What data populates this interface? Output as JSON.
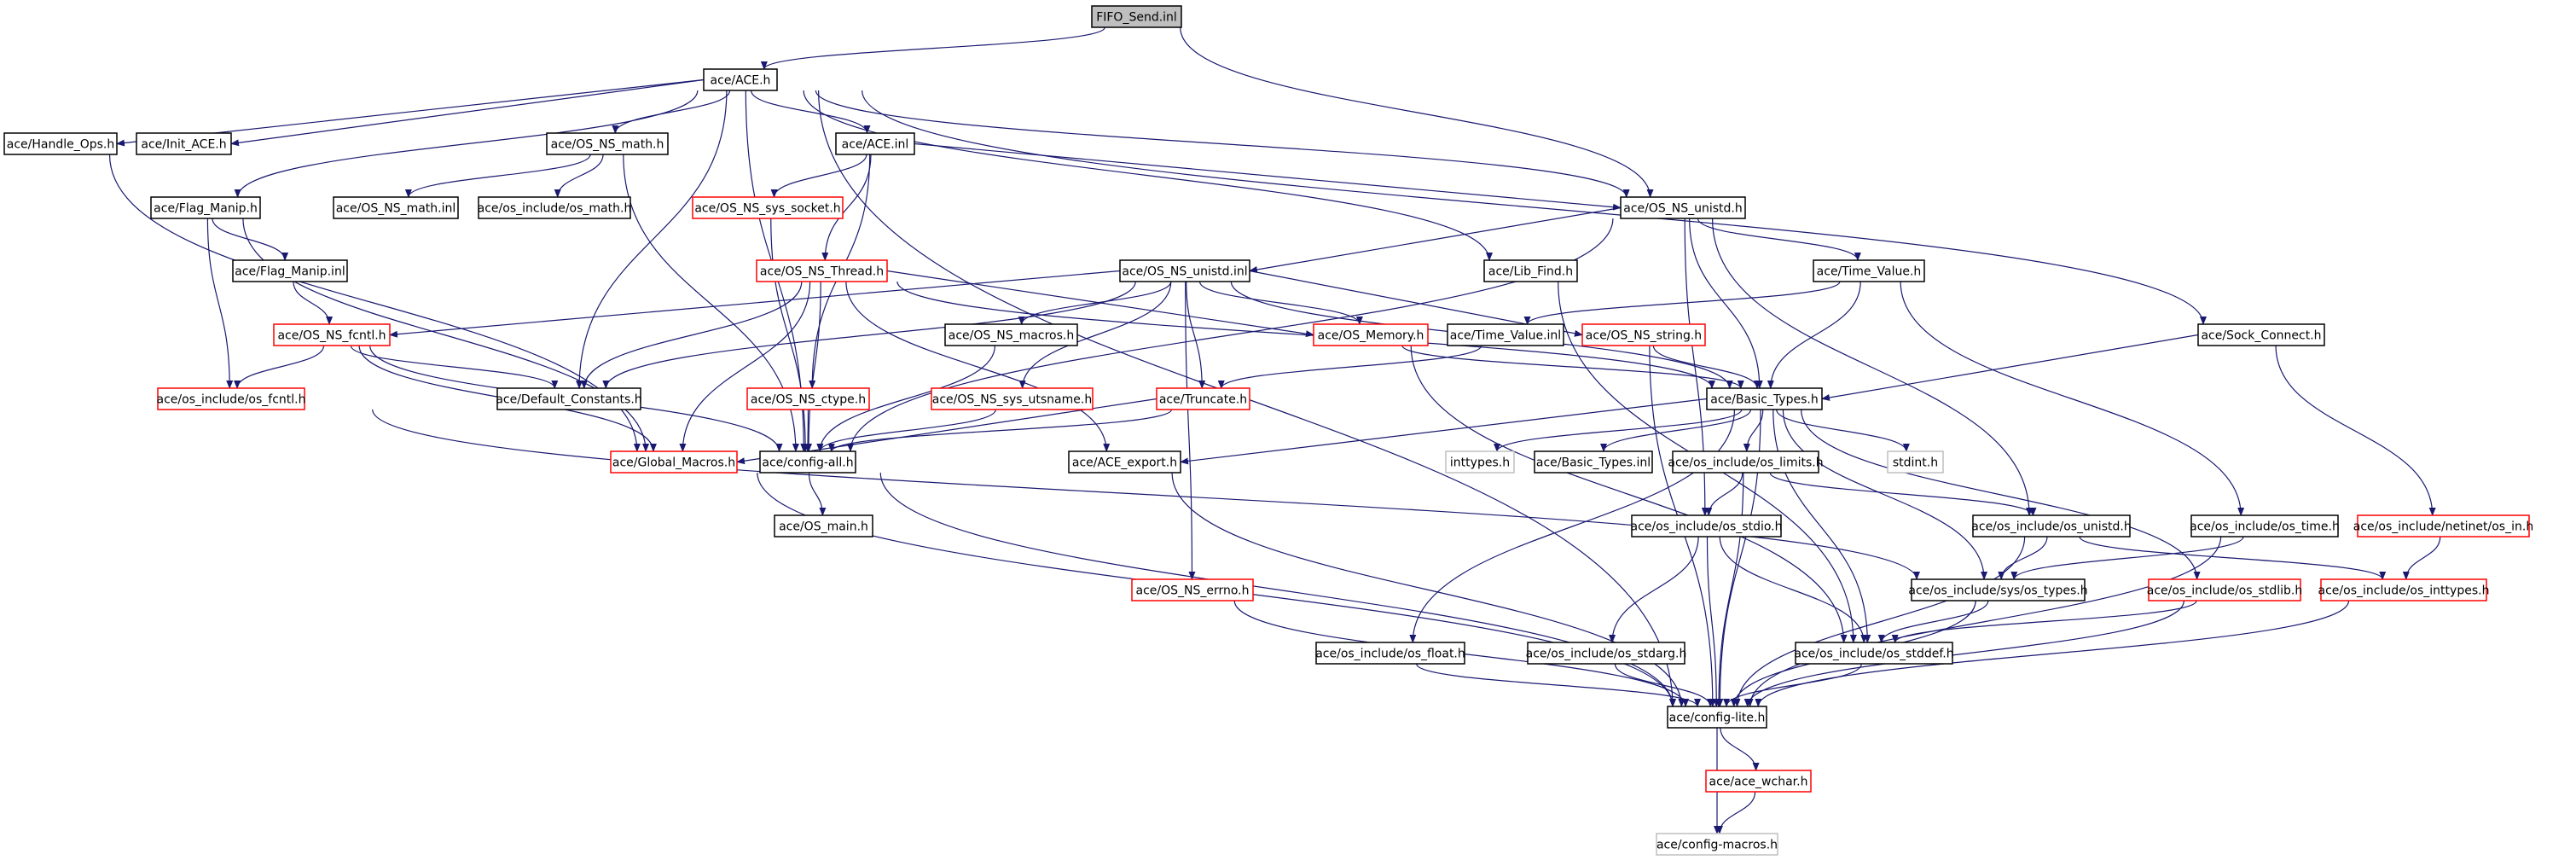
{
  "graph": {
    "title": "FIFO_Send.inl include dependency graph",
    "colors": {
      "edge": "#191970",
      "root_fill": "#bfbfbf",
      "normal_border": "#000000",
      "incomplete_border": "#ff0000",
      "external_border": "#bfbfbf"
    },
    "nodes": [
      {
        "id": "fifo_send_inl",
        "label": "FIFO_Send.inl",
        "kind": "root"
      },
      {
        "id": "ace_h",
        "label": "ace/ACE.h",
        "kind": "normal"
      },
      {
        "id": "handle_ops_h",
        "label": "ace/Handle_Ops.h",
        "kind": "normal"
      },
      {
        "id": "init_ace_h",
        "label": "ace/Init_ACE.h",
        "kind": "normal"
      },
      {
        "id": "os_ns_math_h",
        "label": "ace/OS_NS_math.h",
        "kind": "normal"
      },
      {
        "id": "ace_inl",
        "label": "ace/ACE.inl",
        "kind": "normal"
      },
      {
        "id": "flag_manip_h",
        "label": "ace/Flag_Manip.h",
        "kind": "normal"
      },
      {
        "id": "os_ns_math_inl",
        "label": "ace/OS_NS_math.inl",
        "kind": "normal"
      },
      {
        "id": "os_math_h",
        "label": "ace/os_include/os_math.h",
        "kind": "normal"
      },
      {
        "id": "os_ns_sys_socket_h",
        "label": "ace/OS_NS_sys_socket.h",
        "kind": "incomplete"
      },
      {
        "id": "os_ns_unistd_h",
        "label": "ace/OS_NS_unistd.h",
        "kind": "normal"
      },
      {
        "id": "flag_manip_inl",
        "label": "ace/Flag_Manip.inl",
        "kind": "normal"
      },
      {
        "id": "os_ns_thread_h",
        "label": "ace/OS_NS_Thread.h",
        "kind": "incomplete"
      },
      {
        "id": "os_ns_unistd_inl",
        "label": "ace/OS_NS_unistd.inl",
        "kind": "normal"
      },
      {
        "id": "lib_find_h",
        "label": "ace/Lib_Find.h",
        "kind": "normal"
      },
      {
        "id": "time_value_h",
        "label": "ace/Time_Value.h",
        "kind": "normal"
      },
      {
        "id": "os_ns_fcntl_h",
        "label": "ace/OS_NS_fcntl.h",
        "kind": "incomplete"
      },
      {
        "id": "os_ns_macros_h",
        "label": "ace/OS_NS_macros.h",
        "kind": "normal"
      },
      {
        "id": "os_memory_h",
        "label": "ace/OS_Memory.h",
        "kind": "incomplete"
      },
      {
        "id": "time_value_inl",
        "label": "ace/Time_Value.inl",
        "kind": "normal"
      },
      {
        "id": "os_ns_string_h",
        "label": "ace/OS_NS_string.h",
        "kind": "incomplete"
      },
      {
        "id": "sock_connect_h",
        "label": "ace/Sock_Connect.h",
        "kind": "normal"
      },
      {
        "id": "os_fcntl_h",
        "label": "ace/os_include/os_fcntl.h",
        "kind": "incomplete"
      },
      {
        "id": "default_constants_h",
        "label": "ace/Default_Constants.h",
        "kind": "normal"
      },
      {
        "id": "os_ns_ctype_h",
        "label": "ace/OS_NS_ctype.h",
        "kind": "incomplete"
      },
      {
        "id": "os_ns_sys_utsname_h",
        "label": "ace/OS_NS_sys_utsname.h",
        "kind": "incomplete"
      },
      {
        "id": "truncate_h",
        "label": "ace/Truncate.h",
        "kind": "incomplete"
      },
      {
        "id": "basic_types_h",
        "label": "ace/Basic_Types.h",
        "kind": "normal"
      },
      {
        "id": "global_macros_h",
        "label": "ace/Global_Macros.h",
        "kind": "incomplete"
      },
      {
        "id": "config_all_h",
        "label": "ace/config-all.h",
        "kind": "normal"
      },
      {
        "id": "ace_export_h",
        "label": "ace/ACE_export.h",
        "kind": "normal"
      },
      {
        "id": "inttypes_h",
        "label": "inttypes.h",
        "kind": "external"
      },
      {
        "id": "basic_types_inl",
        "label": "ace/Basic_Types.inl",
        "kind": "normal"
      },
      {
        "id": "os_limits_h",
        "label": "ace/os_include/os_limits.h",
        "kind": "normal"
      },
      {
        "id": "stdint_h",
        "label": "stdint.h",
        "kind": "external"
      },
      {
        "id": "os_main_h",
        "label": "ace/OS_main.h",
        "kind": "normal"
      },
      {
        "id": "os_stdio_h",
        "label": "ace/os_include/os_stdio.h",
        "kind": "normal"
      },
      {
        "id": "os_unistd_h",
        "label": "ace/os_include/os_unistd.h",
        "kind": "normal"
      },
      {
        "id": "os_time_h",
        "label": "ace/os_include/os_time.h",
        "kind": "normal"
      },
      {
        "id": "os_in_h",
        "label": "ace/os_include/netinet/os_in.h",
        "kind": "incomplete"
      },
      {
        "id": "os_ns_errno_h",
        "label": "ace/OS_NS_errno.h",
        "kind": "incomplete"
      },
      {
        "id": "os_types_h",
        "label": "ace/os_include/sys/os_types.h",
        "kind": "normal"
      },
      {
        "id": "os_stdlib_h",
        "label": "ace/os_include/os_stdlib.h",
        "kind": "incomplete"
      },
      {
        "id": "os_inttypes_h",
        "label": "ace/os_include/os_inttypes.h",
        "kind": "incomplete"
      },
      {
        "id": "os_float_h",
        "label": "ace/os_include/os_float.h",
        "kind": "normal"
      },
      {
        "id": "os_stdarg_h",
        "label": "ace/os_include/os_stdarg.h",
        "kind": "normal"
      },
      {
        "id": "os_stddef_h",
        "label": "ace/os_include/os_stddef.h",
        "kind": "normal"
      },
      {
        "id": "config_lite_h",
        "label": "ace/config-lite.h",
        "kind": "normal"
      },
      {
        "id": "ace_wchar_h",
        "label": "ace/ace_wchar.h",
        "kind": "incomplete"
      },
      {
        "id": "config_macros_h",
        "label": "ace/config-macros.h",
        "kind": "external"
      }
    ],
    "edges": [
      [
        "fifo_send_inl",
        "ace_h"
      ],
      [
        "fifo_send_inl",
        "os_ns_unistd_h"
      ],
      [
        "ace_h",
        "handle_ops_h"
      ],
      [
        "ace_h",
        "init_ace_h"
      ],
      [
        "ace_h",
        "flag_manip_h"
      ],
      [
        "ace_h",
        "os_ns_math_h"
      ],
      [
        "ace_h",
        "ace_inl"
      ],
      [
        "ace_h",
        "default_constants_h"
      ],
      [
        "ace_h",
        "config_all_h"
      ],
      [
        "ace_h",
        "lib_find_h"
      ],
      [
        "ace_h",
        "os_ns_unistd_h"
      ],
      [
        "ace_h",
        "sock_connect_h"
      ],
      [
        "ace_h",
        "config_lite_h"
      ],
      [
        "handle_ops_h",
        "global_macros_h"
      ],
      [
        "flag_manip_h",
        "flag_manip_inl"
      ],
      [
        "flag_manip_h",
        "os_fcntl_h"
      ],
      [
        "flag_manip_h",
        "global_macros_h"
      ],
      [
        "flag_manip_inl",
        "os_ns_fcntl_h"
      ],
      [
        "os_ns_math_h",
        "os_ns_math_inl"
      ],
      [
        "os_ns_math_h",
        "os_math_h"
      ],
      [
        "os_ns_math_h",
        "config_all_h"
      ],
      [
        "ace_inl",
        "os_ns_sys_socket_h"
      ],
      [
        "ace_inl",
        "os_ns_thread_h"
      ],
      [
        "ace_inl",
        "os_ns_ctype_h"
      ],
      [
        "ace_inl",
        "os_ns_unistd_h"
      ],
      [
        "os_ns_sys_socket_h",
        "config_all_h"
      ],
      [
        "os_ns_unistd_h",
        "os_ns_unistd_inl"
      ],
      [
        "os_ns_unistd_h",
        "time_value_h"
      ],
      [
        "os_ns_unistd_h",
        "basic_types_h"
      ],
      [
        "os_ns_unistd_h",
        "os_unistd_h"
      ],
      [
        "os_ns_unistd_h",
        "os_stdio_h"
      ],
      [
        "os_ns_unistd_h",
        "config_all_h"
      ],
      [
        "os_ns_unistd_inl",
        "os_ns_fcntl_h"
      ],
      [
        "os_ns_unistd_inl",
        "default_constants_h"
      ],
      [
        "os_ns_unistd_inl",
        "os_ns_macros_h"
      ],
      [
        "os_ns_unistd_inl",
        "os_ns_sys_utsname_h"
      ],
      [
        "os_ns_unistd_inl",
        "truncate_h"
      ],
      [
        "os_ns_unistd_inl",
        "os_ns_errno_h"
      ],
      [
        "os_ns_unistd_inl",
        "os_memory_h"
      ],
      [
        "os_ns_unistd_inl",
        "os_ns_string_h"
      ],
      [
        "os_ns_unistd_inl",
        "basic_types_h"
      ],
      [
        "os_ns_thread_h",
        "default_constants_h"
      ],
      [
        "os_ns_thread_h",
        "global_macros_h"
      ],
      [
        "os_ns_thread_h",
        "config_all_h"
      ],
      [
        "os_ns_thread_h",
        "ace_export_h"
      ],
      [
        "os_ns_thread_h",
        "os_memory_h"
      ],
      [
        "os_ns_thread_h",
        "basic_types_h"
      ],
      [
        "lib_find_h",
        "os_stddef_h"
      ],
      [
        "time_value_h",
        "time_value_inl"
      ],
      [
        "time_value_h",
        "basic_types_h"
      ],
      [
        "time_value_h",
        "os_time_h"
      ],
      [
        "sock_connect_h",
        "basic_types_h"
      ],
      [
        "sock_connect_h",
        "os_in_h"
      ],
      [
        "os_ns_fcntl_h",
        "os_fcntl_h"
      ],
      [
        "os_ns_fcntl_h",
        "default_constants_h"
      ],
      [
        "os_ns_fcntl_h",
        "global_macros_h"
      ],
      [
        "os_ns_fcntl_h",
        "config_all_h"
      ],
      [
        "os_fcntl_h",
        "os_types_h"
      ],
      [
        "os_ns_macros_h",
        "config_all_h"
      ],
      [
        "os_memory_h",
        "basic_types_h"
      ],
      [
        "os_memory_h",
        "os_stddef_h"
      ],
      [
        "time_value_inl",
        "truncate_h"
      ],
      [
        "os_ns_string_h",
        "basic_types_h"
      ],
      [
        "os_ns_string_h",
        "config_lite_h"
      ],
      [
        "os_ns_ctype_h",
        "config_all_h"
      ],
      [
        "os_ns_sys_utsname_h",
        "config_all_h"
      ],
      [
        "truncate_h",
        "global_macros_h"
      ],
      [
        "truncate_h",
        "config_all_h"
      ],
      [
        "basic_types_h",
        "ace_export_h"
      ],
      [
        "basic_types_h",
        "inttypes_h"
      ],
      [
        "basic_types_h",
        "basic_types_inl"
      ],
      [
        "basic_types_h",
        "os_limits_h"
      ],
      [
        "basic_types_h",
        "stdint_h"
      ],
      [
        "basic_types_h",
        "os_float_h"
      ],
      [
        "basic_types_h",
        "os_types_h"
      ],
      [
        "basic_types_h",
        "os_stdlib_h"
      ],
      [
        "basic_types_h",
        "config_lite_h"
      ],
      [
        "basic_types_h",
        "os_stddef_h"
      ],
      [
        "global_macros_h",
        "config_lite_h"
      ],
      [
        "config_all_h",
        "os_main_h"
      ],
      [
        "config_all_h",
        "config_lite_h"
      ],
      [
        "ace_export_h",
        "config_lite_h"
      ],
      [
        "os_limits_h",
        "os_stdio_h"
      ],
      [
        "os_limits_h",
        "os_unistd_h"
      ],
      [
        "os_limits_h",
        "config_lite_h"
      ],
      [
        "os_ns_errno_h",
        "config_lite_h"
      ],
      [
        "os_stdio_h",
        "os_stdarg_h"
      ],
      [
        "os_stdio_h",
        "os_stddef_h"
      ],
      [
        "os_stdio_h",
        "config_lite_h"
      ],
      [
        "os_unistd_h",
        "os_types_h"
      ],
      [
        "os_unistd_h",
        "os_inttypes_h"
      ],
      [
        "os_unistd_h",
        "config_lite_h"
      ],
      [
        "os_time_h",
        "os_types_h"
      ],
      [
        "os_time_h",
        "config_lite_h"
      ],
      [
        "os_in_h",
        "os_inttypes_h"
      ],
      [
        "os_types_h",
        "os_stddef_h"
      ],
      [
        "os_types_h",
        "config_lite_h"
      ],
      [
        "os_stdlib_h",
        "os_stddef_h"
      ],
      [
        "os_stdlib_h",
        "config_lite_h"
      ],
      [
        "os_inttypes_h",
        "config_lite_h"
      ],
      [
        "os_float_h",
        "config_lite_h"
      ],
      [
        "os_stdarg_h",
        "config_lite_h"
      ],
      [
        "os_stddef_h",
        "config_lite_h"
      ],
      [
        "config_lite_h",
        "ace_wchar_h"
      ],
      [
        "config_lite_h",
        "config_macros_h"
      ],
      [
        "ace_wchar_h",
        "config_macros_h"
      ]
    ]
  }
}
